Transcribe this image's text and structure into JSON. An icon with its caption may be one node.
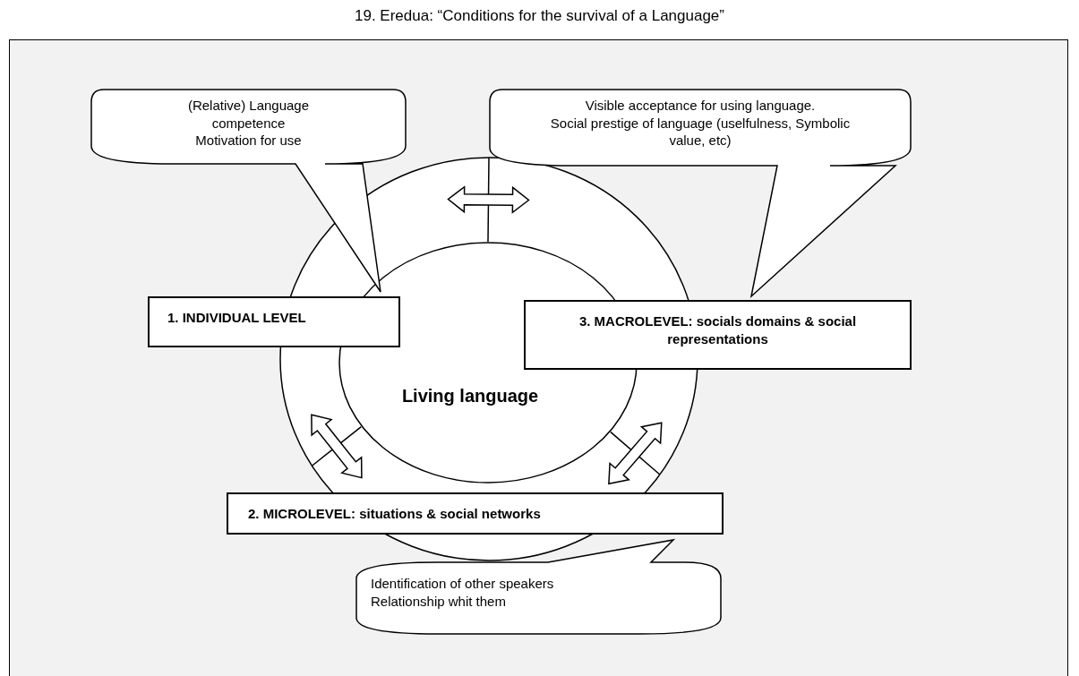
{
  "diagram": {
    "title": "19. Eredua: “Conditions for the survival of a Language”",
    "nodes": [
      {
        "text": [
          "(Relative) Language competence",
          "Motivation for use"
        ]
      },
      {
        "text": [
          "Visible acceptance for using language.",
          "Social prestige of language (uselfulness, Symbolic value, etc)"
        ]
      },
      {
        "text": [
          "1. INDIVIDUAL LEVEL"
        ]
      },
      {
        "text": [
          "3. MACROLEVEL: socials domains & social representations"
        ]
      },
      {
        "text": [],
        "shape": "circle"
      },
      {
        "text": [
          "Living language"
        ],
        "in": 4
      },
      {
        "text": [
          "2. MICROLEVEL: situations & social networks"
        ]
      },
      {
        "text": [
          "Identification of other speakers",
          "Relationship whit them"
        ]
      }
    ]
  }
}
